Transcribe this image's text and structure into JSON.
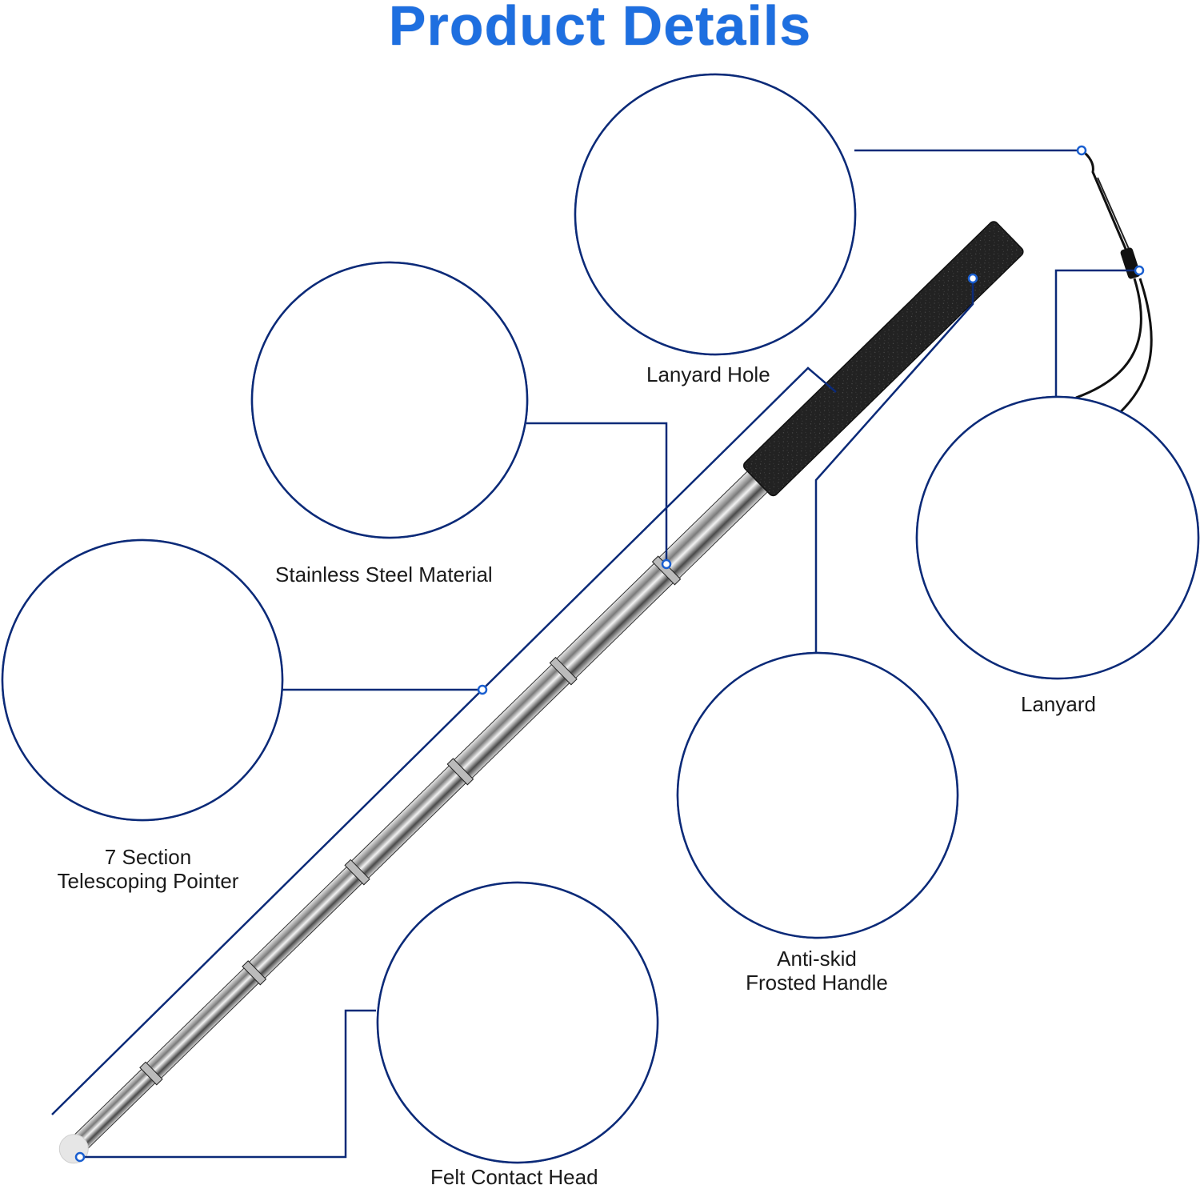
{
  "page": {
    "title": "Product Details",
    "title_color": "#1e6fe0",
    "accent_line_color": "#0b2a78"
  },
  "callouts": [
    {
      "id": "lanyard-hole",
      "label": "Lanyard Hole"
    },
    {
      "id": "stainless-steel",
      "label": "Stainless Steel Material"
    },
    {
      "id": "telescoping",
      "label_line1": "7 Section",
      "label_line2": "Telescoping Pointer"
    },
    {
      "id": "felt-head",
      "label": "Felt Contact Head"
    },
    {
      "id": "frosted-handle",
      "label_line1": "Anti-skid",
      "label_line2": "Frosted Handle"
    },
    {
      "id": "lanyard",
      "label": "Lanyard"
    }
  ],
  "icons": {
    "product": "telescoping-pointer-icon"
  }
}
